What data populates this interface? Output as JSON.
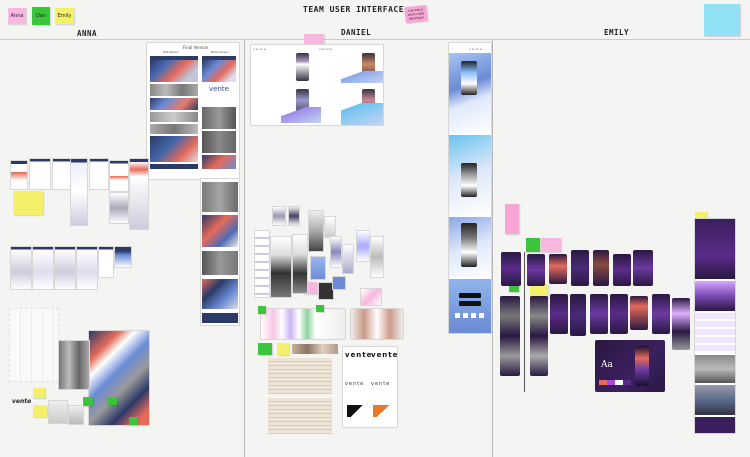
{
  "board": {
    "title": "TEAM USER INTERFACE",
    "columns": [
      "ANNA",
      "DANIEL",
      "EMILY"
    ]
  },
  "legend": [
    {
      "label": "Anna",
      "color": "#f7b7de"
    },
    {
      "label": "Dan",
      "color": "#3cc43c"
    },
    {
      "label": "Emily",
      "color": "#f4f06a"
    }
  ],
  "notes": {
    "pink_top": "Lila was a team mate developer",
    "anna_frame_title": "Final Version",
    "anna_web_label": "Web Version",
    "anna_phone_label": "Phone Version",
    "brand": "vente"
  },
  "colors": {
    "anna_accent": "#2b3a67",
    "emily_accent": "#3a1f5c",
    "daniel_accent": "#8aa7e8",
    "sticky_blue": "#8fe1f3"
  }
}
